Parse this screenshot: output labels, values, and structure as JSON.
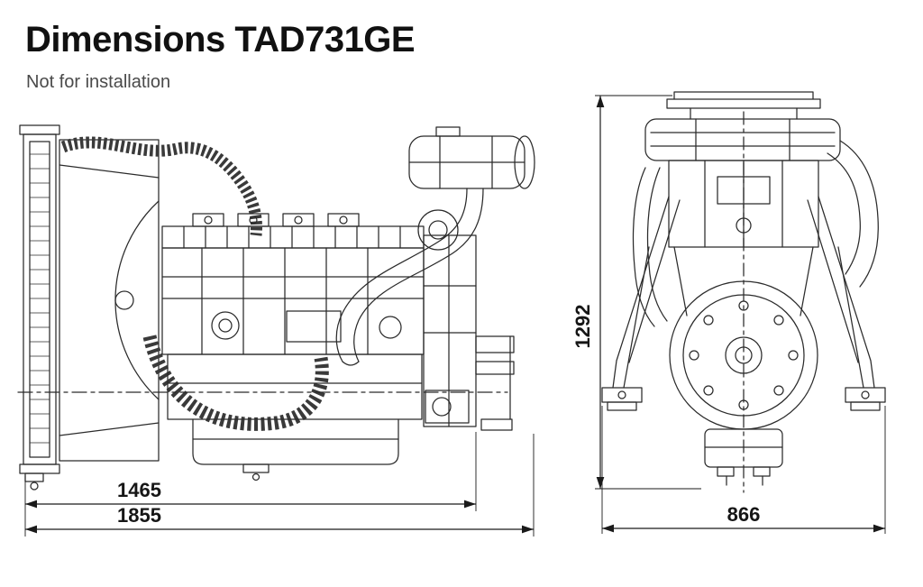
{
  "header": {
    "title": "Dimensions TAD731GE",
    "subtitle": "Not for installation"
  },
  "side_view": {
    "width_engine": "1465",
    "width_overall": "1855"
  },
  "front_view": {
    "height_overall": "1292",
    "width_overall": "866"
  },
  "colors": {
    "line": "#2b2b2b",
    "text": "#161616",
    "background": "#ffffff"
  }
}
